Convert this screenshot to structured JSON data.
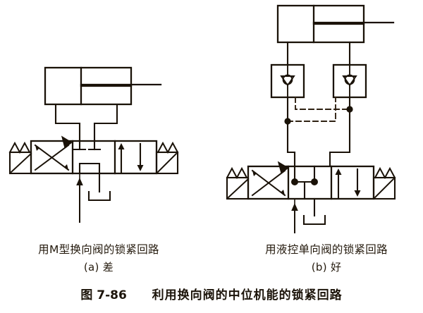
{
  "figure": {
    "number": "图 7-86",
    "title": "利用换向阀的中位机能的锁紧回路",
    "caption_full": "图 7-86　利用换向阀的中位机能的锁紧回路"
  },
  "subfigures": [
    {
      "id": "a",
      "title": "用M型换向阀的锁紧回路",
      "label": "(a) 差",
      "verdict": "差",
      "components": {
        "cylinder": "双作用液压缸",
        "valve": "三位四通M型中位机能换向阀",
        "actuation_left": "手动杆与弹簧复位",
        "actuation_right": "手动杆与弹簧复位",
        "pump_port": "P 进油口",
        "tank_port": "T 回油口"
      }
    },
    {
      "id": "b",
      "title": "用液控单向阀的锁紧回路",
      "label": "(b) 好",
      "verdict": "好",
      "components": {
        "cylinder": "双作用液压缸",
        "check_valve_left": "液控单向阀",
        "check_valve_right": "液控单向阀",
        "valve": "三位四通O型中位机能换向阀",
        "actuation_left": "手动杆与弹簧复位",
        "actuation_right": "手动杆与弹簧复位",
        "pilot_lines": "交叉控制油路(虚线)",
        "pump_port": "P 进油口",
        "tank_port": "T 回油口"
      }
    }
  ],
  "style": {
    "line_color": "#1a1208",
    "pilot_line_color": "#3a2a18",
    "background": "#ffffff"
  }
}
